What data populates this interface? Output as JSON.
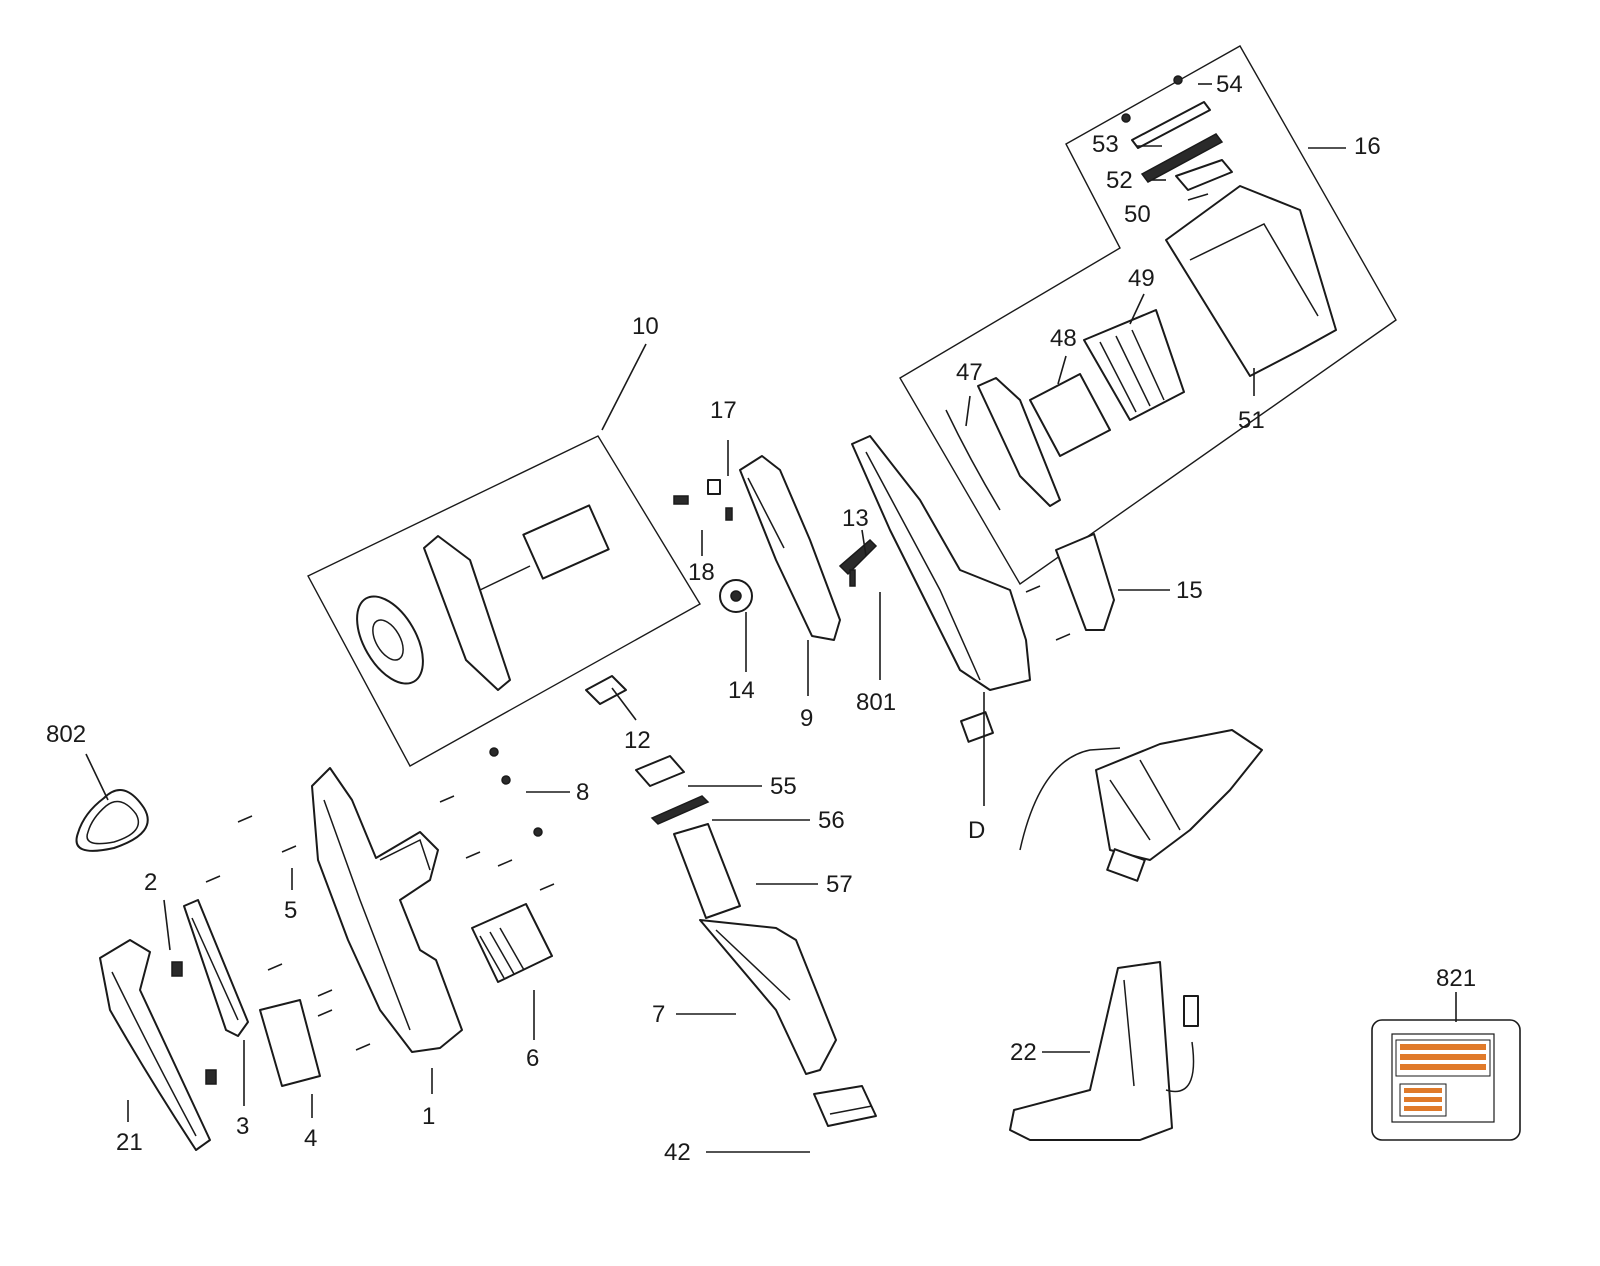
{
  "callouts": {
    "c1": "1",
    "c2": "2",
    "c3": "3",
    "c4": "4",
    "c5": "5",
    "c6": "6",
    "c7": "7",
    "c8": "8",
    "c9": "9",
    "c10": "10",
    "c12": "12",
    "c13": "13",
    "c14": "14",
    "c15": "15",
    "c16": "16",
    "c17": "17",
    "c18": "18",
    "c21": "21",
    "c22": "22",
    "c42": "42",
    "c47": "47",
    "c48": "48",
    "c49": "49",
    "c50": "50",
    "c51": "51",
    "c52": "52",
    "c53": "53",
    "c54": "54",
    "c55": "55",
    "c56": "56",
    "c57": "57",
    "c801": "801",
    "c802": "802",
    "c821": "821",
    "cD": "D"
  },
  "colors": {
    "line": "#1a1a1a",
    "label_stripe": "#e07a2a",
    "label_box_bg": "#ffffff"
  }
}
